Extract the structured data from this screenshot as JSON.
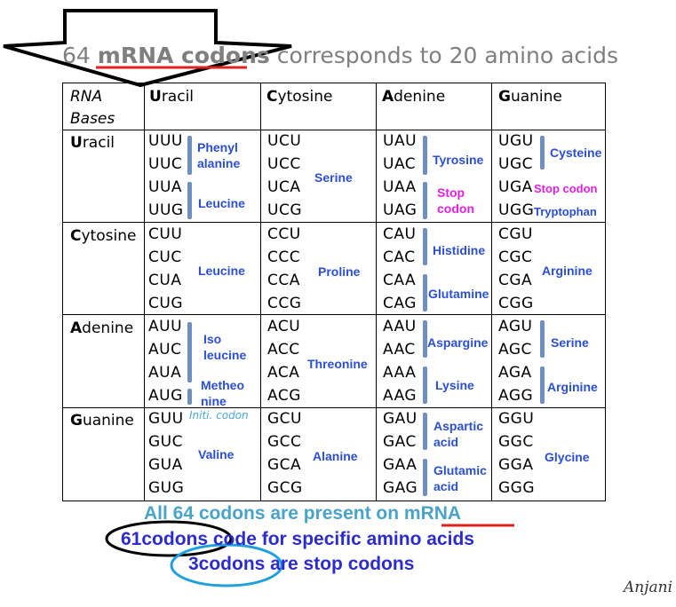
{
  "title": {
    "prefix": "64 ",
    "highlight": "mRNA codons",
    "suffix": " corresponds to 20 amino acids"
  },
  "table": {
    "corner_line1": "RNA",
    "corner_line2": "Bases",
    "columns": [
      {
        "initial": "U",
        "rest": "racil"
      },
      {
        "initial": "C",
        "rest": "ytosine"
      },
      {
        "initial": "A",
        "rest": "denine"
      },
      {
        "initial": "G",
        "rest": "uanine"
      }
    ],
    "rows": [
      {
        "initial": "U",
        "rest": "racil"
      },
      {
        "initial": "C",
        "rest": "ytosine"
      },
      {
        "initial": "A",
        "rest": "denine"
      },
      {
        "initial": "G",
        "rest": "uanine"
      }
    ],
    "codons": [
      [
        [
          "UUU",
          "UUC",
          "UUA",
          "UUG"
        ],
        [
          "UCU",
          "UCC",
          "UCA",
          "UCG"
        ],
        [
          "UAU",
          "UAC",
          "UAA",
          "UAG"
        ],
        [
          "UGU",
          "UGC",
          "UGA",
          "UGG"
        ]
      ],
      [
        [
          "CUU",
          "CUC",
          "CUA",
          "CUG"
        ],
        [
          "CCU",
          "CCC",
          "CCA",
          "CCG"
        ],
        [
          "CAU",
          "CAC",
          "CAA",
          "CAG"
        ],
        [
          "CGU",
          "CGC",
          "CGA",
          "CGG"
        ]
      ],
      [
        [
          "AUU",
          "AUC",
          "AUA",
          "AUG"
        ],
        [
          "ACU",
          "ACC",
          "ACA",
          "ACG"
        ],
        [
          "AAU",
          "AAC",
          "AAA",
          "AAG"
        ],
        [
          "AGU",
          "AGC",
          "AGA",
          "AGG"
        ]
      ],
      [
        [
          "GUU",
          "GUC",
          "GUA",
          "GUG"
        ],
        [
          "GCU",
          "GCC",
          "GCA",
          "GCG"
        ],
        [
          "GAU",
          "GAC",
          "GAA",
          "GAG"
        ],
        [
          "GGU",
          "GGC",
          "GGA",
          "GGG"
        ]
      ]
    ],
    "amino_acids": {
      "phenylalanine_1": "Phenyl",
      "phenylalanine_2": "alanine",
      "leucine_uu": "Leucine",
      "serine_uc": "Serine",
      "tyrosine": "Tyrosine",
      "stop_1": "Stop",
      "stop_2": "codon",
      "cysteine": "Cysteine",
      "stop_codon": "Stop codon",
      "tryptophan": "Tryptophan",
      "leucine_cu": "Leucine",
      "proline": "Proline",
      "histidine": "Histidine",
      "glutamine": "Glutamine",
      "arginine_cg": "Arginine",
      "isoleucine_1": "Iso",
      "isoleucine_2": "leucine",
      "methionine_1": "Metheo",
      "methionine_2": "nine",
      "threonine": "Threonine",
      "asparagine": "Aspargine",
      "lysine": "Lysine",
      "serine_ag": "Serine",
      "arginine_ag": "Arginine",
      "valine": "Valine",
      "alanine": "Alanine",
      "aspartic_1": "Aspartic",
      "aspartic_2": "acid",
      "glutamic_1": "Glutamic",
      "glutamic_2": "acid",
      "glycine": "Glycine"
    },
    "initiation_note": "Initi. codon"
  },
  "notes": {
    "line1_prefix": "All 64 codons are present on ",
    "line1_highlight": "mRNA",
    "line2": "61codons code for specific amino acids",
    "line3": "3codons are stop codons"
  },
  "signature": "Anjani",
  "colors": {
    "amino_acid": "#2a4fd6",
    "stop": "#e020e0",
    "bar": "#6f8fc0",
    "title": "#7f7f7f",
    "underline": "#e02020",
    "note": "#4aa3c8",
    "bottom": "#2b2bd0"
  }
}
